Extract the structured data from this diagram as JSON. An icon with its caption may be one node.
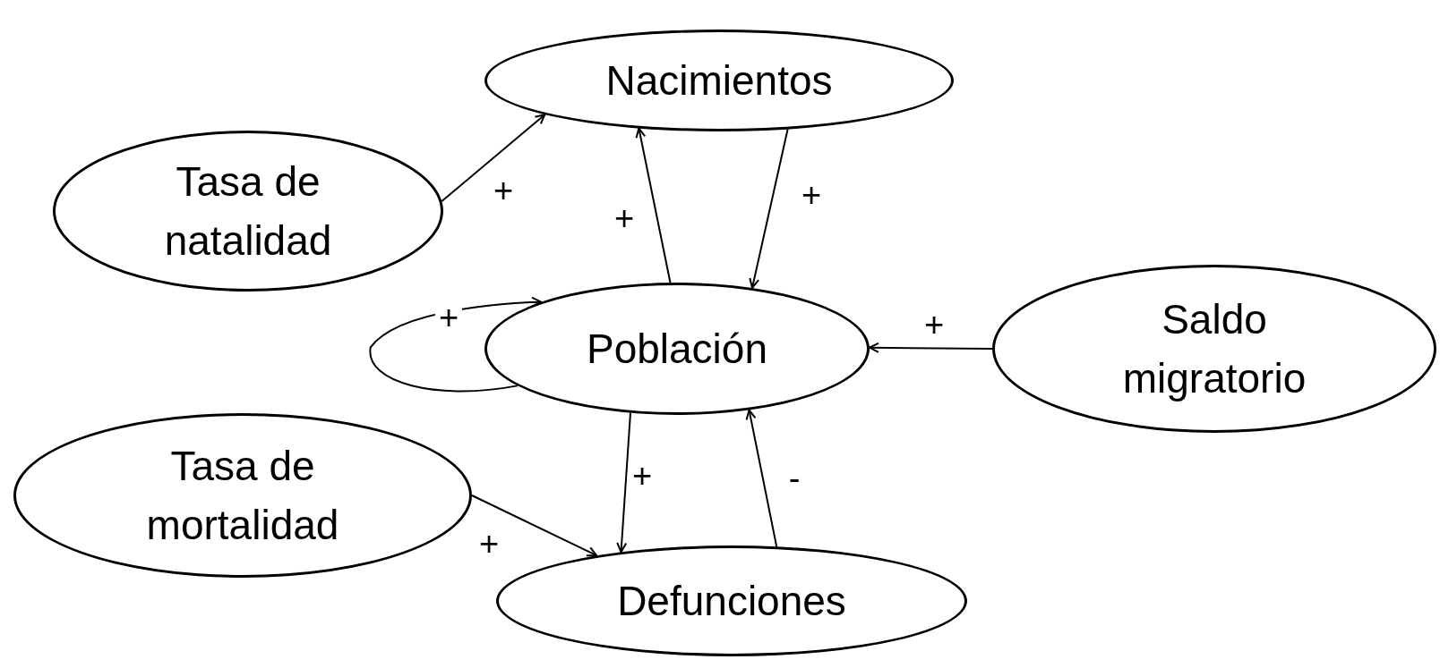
{
  "diagram": {
    "nodes": [
      {
        "text": [
          "Nacimientos"
        ]
      },
      {
        "text": [
          "Tasa de natalidad"
        ]
      },
      {
        "text": [
          "Población"
        ]
      },
      {
        "text": [
          "Saldo migratorio"
        ]
      },
      {
        "text": [
          "Tasa de mortalidad"
        ]
      },
      {
        "text": [
          "Defunciones"
        ]
      }
    ],
    "edges": [
      {
        "from": 1,
        "to": 0,
        "arrow": "to",
        "label": "+"
      },
      {
        "from": 2,
        "to": 0,
        "arrow": "to",
        "label": "+"
      },
      {
        "from": 0,
        "to": 2,
        "arrow": "to",
        "label": "+"
      },
      {
        "from": 2,
        "to": 2,
        "arrow": "to",
        "label": "+"
      },
      {
        "from": 3,
        "to": 2,
        "arrow": "to",
        "label": "+"
      },
      {
        "from": 2,
        "to": 5,
        "arrow": "to",
        "label": "+"
      },
      {
        "from": 5,
        "to": 2,
        "arrow": "to",
        "label": "-"
      },
      {
        "from": 4,
        "to": 5,
        "arrow": "to",
        "label": "+"
      }
    ]
  }
}
